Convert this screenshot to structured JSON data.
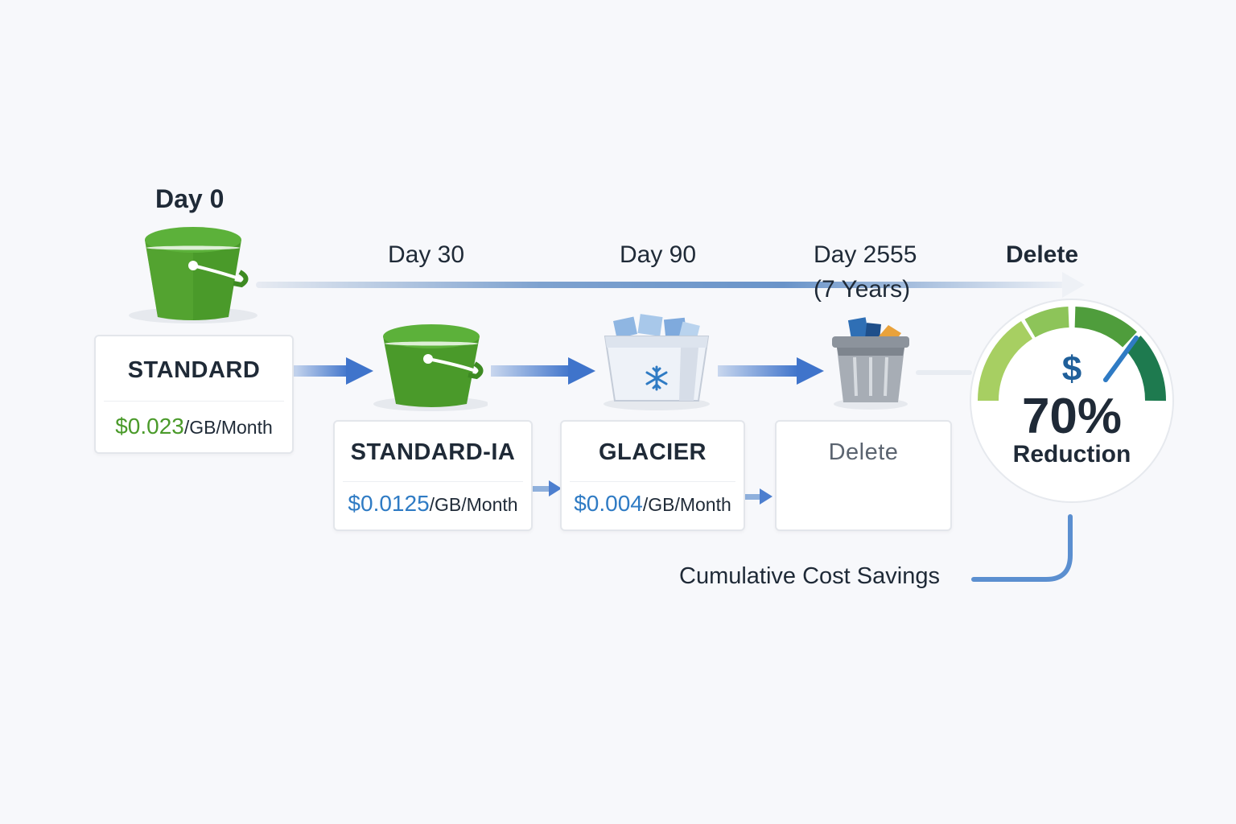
{
  "timeline": {
    "day0": "Day 0",
    "day30": "Day 30",
    "day90": "Day 90",
    "day2555_line1": "Day 2555",
    "day2555_line2": "(7 Years)",
    "delete": "Delete"
  },
  "tiers": [
    {
      "name": "STANDARD",
      "price": "$0.023",
      "unit": "/GB/Month",
      "price_color": "#4a9a2a"
    },
    {
      "name": "STANDARD-IA",
      "price": "$0.0125",
      "unit": "/GB/Month",
      "price_color": "#2f7bc4"
    },
    {
      "name": "GLACIER",
      "price": "$0.004",
      "unit": "/GB/Month",
      "price_color": "#2f7bc4"
    },
    {
      "name": "Delete"
    }
  ],
  "gauge": {
    "symbol": "$",
    "percent": "70%",
    "label": "Reduction",
    "value_fraction": 0.7
  },
  "savings_label": "Cumulative Cost Savings",
  "icons": {
    "bucket_standard": "bucket-icon",
    "bucket_ia": "bucket-icon",
    "glacier": "glacier-ice-box-icon",
    "trash": "trash-can-icon"
  },
  "colors": {
    "green": "#4a9a2a",
    "blue": "#2f7bc4",
    "arrow": "#4d7fcf",
    "gauge_dark_green": "#1e7a4f"
  }
}
